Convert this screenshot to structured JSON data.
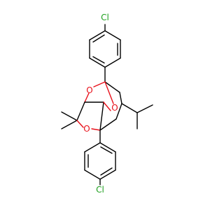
{
  "molecule": {
    "atoms": {
      "chlorine_top": "Cl",
      "chlorine_bottom": "Cl",
      "oxygen_upper_left": "O",
      "oxygen_upper_right": "O",
      "oxygen_lower": "O"
    },
    "colors": {
      "bond": "#000000",
      "oxygen": "#e8101a",
      "chlorine": "#1fa01f",
      "background": "#ffffff"
    }
  }
}
